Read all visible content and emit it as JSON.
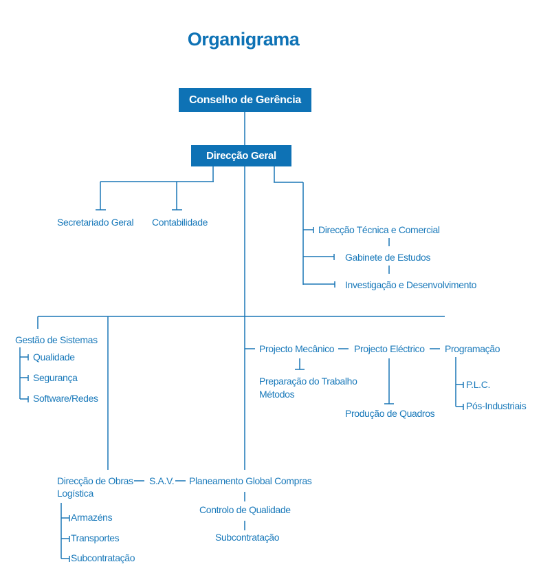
{
  "title": "Organigrama",
  "colors": {
    "brand_blue": "#0e72b5",
    "line_blue": "#1a76b6",
    "label_blue": "#1979ba",
    "box_text": "#ffffff",
    "background": "#ffffff"
  },
  "org": {
    "root": "Conselho de Gerência",
    "general_direction": "Direcção Geral",
    "staff_row": [
      "Secretariado Geral",
      "Contabilidade"
    ],
    "technical_branch": [
      "Direcção Técnica e Comercial",
      "Gabinete de Estudos",
      "Investigação e Desenvolvimento"
    ],
    "gestao_de_sistemas": {
      "label": "Gestão de Sistemas",
      "children": [
        "Qualidade",
        "Segurança",
        "Software/Redes"
      ]
    },
    "projects_row": [
      "Projecto Mecânico",
      "Projecto Eléctrico",
      "Programação"
    ],
    "preparacao": {
      "line1": "Preparação do Trabalho",
      "line2": "Métodos"
    },
    "producao_de_quadros": "Produção de Quadros",
    "programacao_children": [
      "P.L.C.",
      "Pós-Industriais"
    ],
    "operations_row": [
      "Direcção de Obras",
      "S.A.V.",
      "Planeamento Global Compras"
    ],
    "logistica": {
      "label": "Logística",
      "children": [
        "Armazéns",
        "Transportes",
        "Subcontratação"
      ]
    },
    "planeamento_children": [
      "Controlo de Qualidade",
      "Subcontratação"
    ]
  }
}
